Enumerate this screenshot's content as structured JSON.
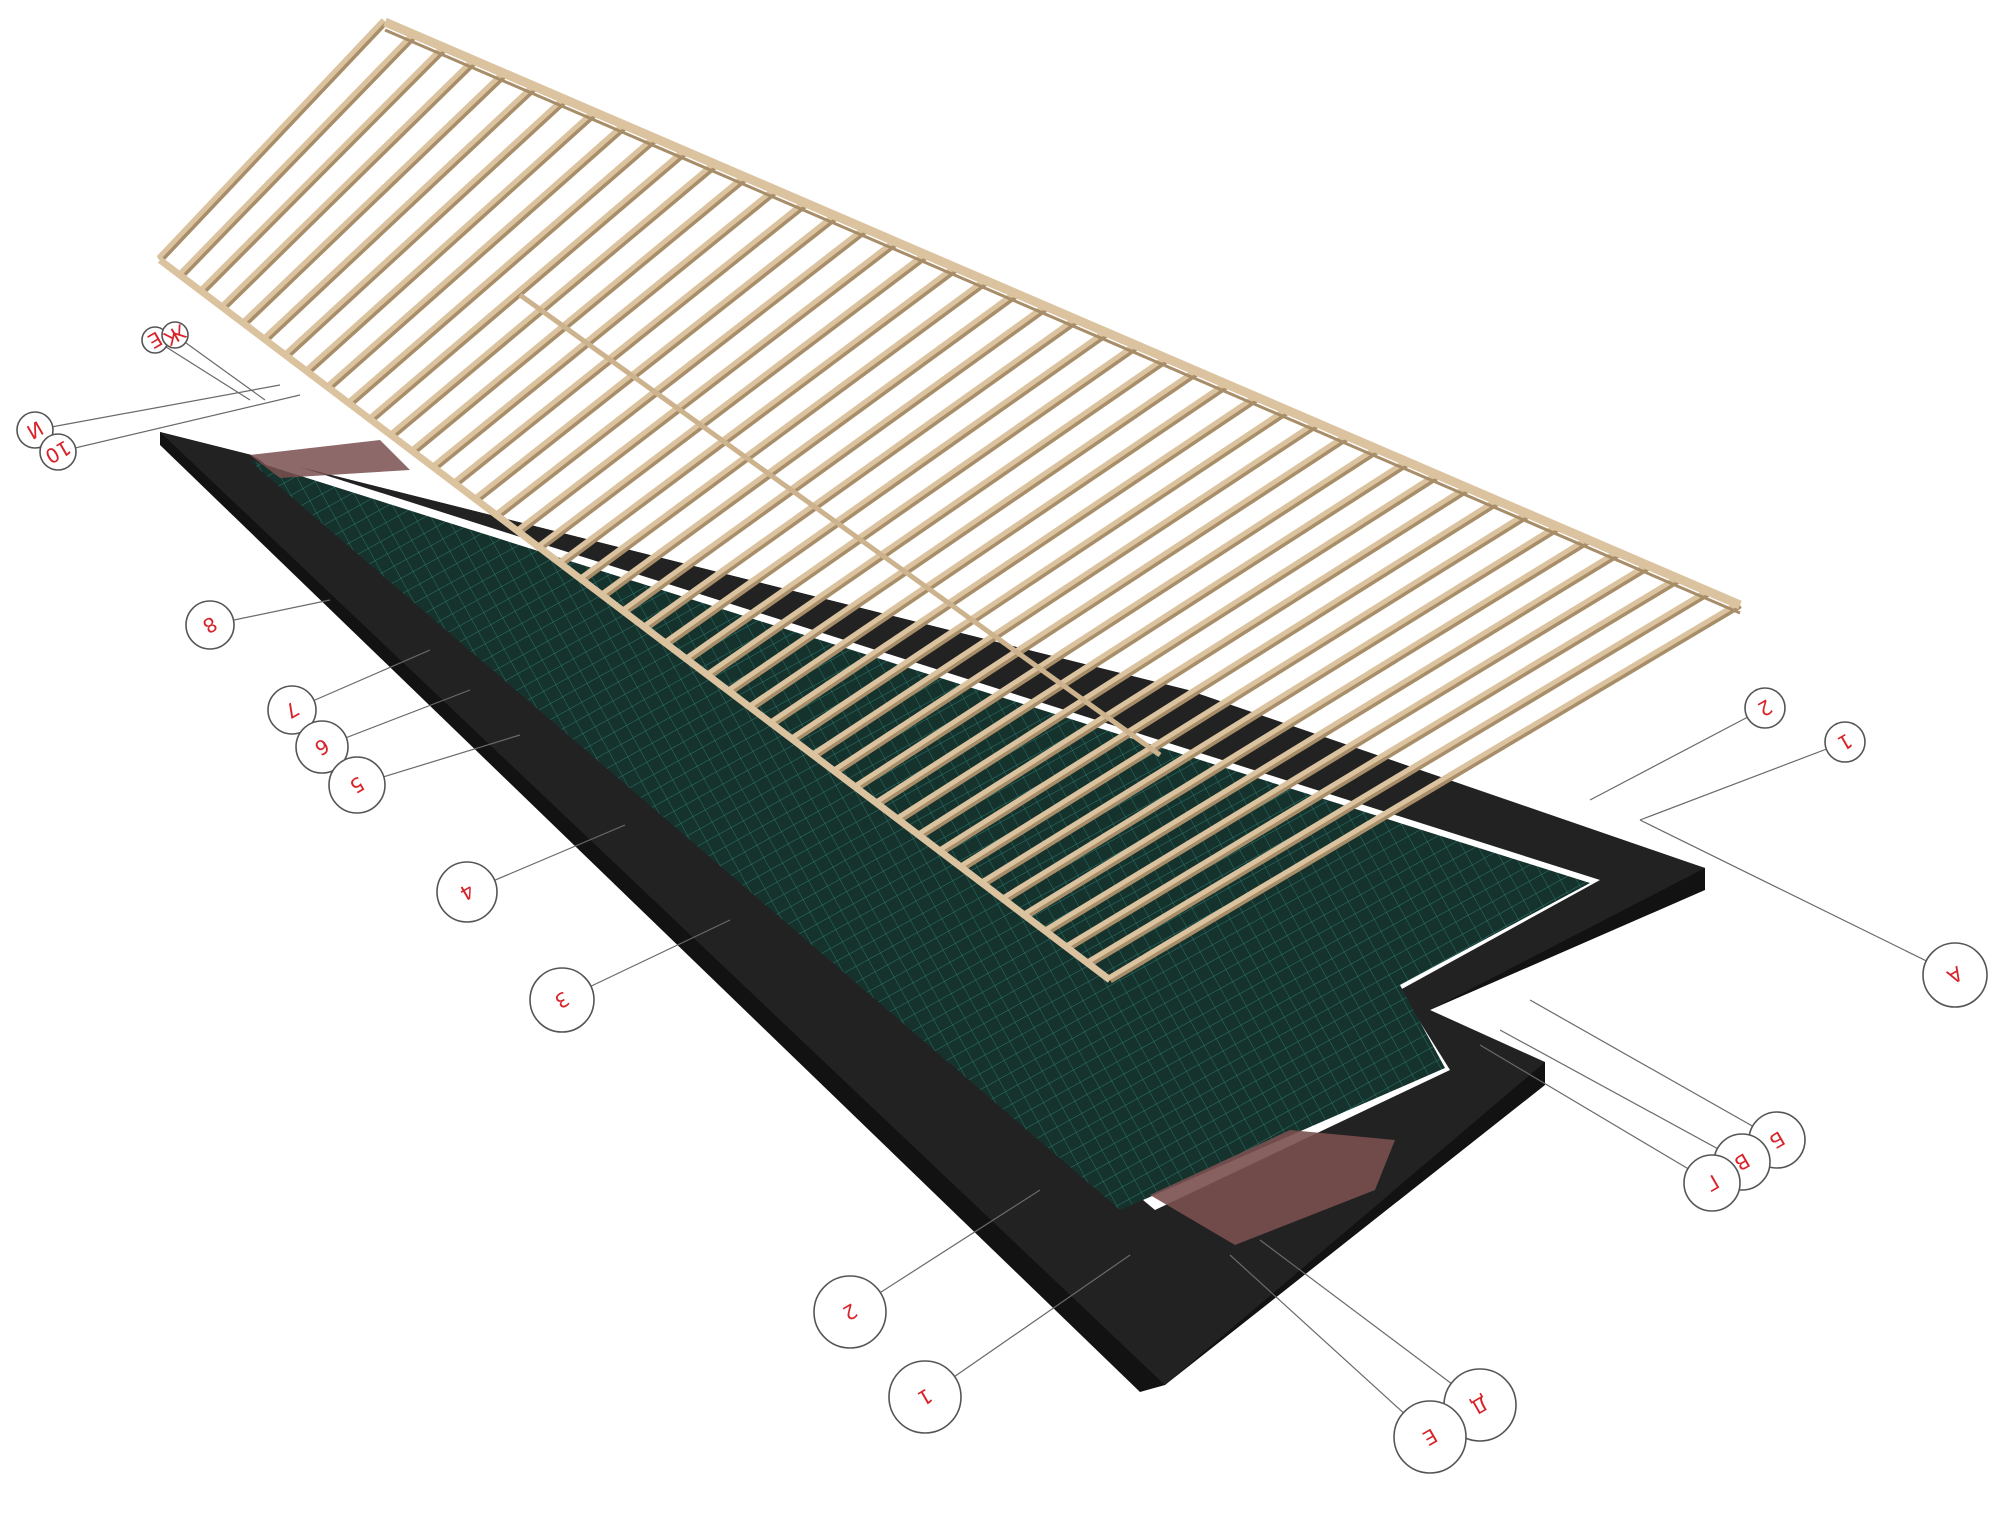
{
  "colors": {
    "background": "#ffffff",
    "wall": "#121212",
    "slab": "#16322c",
    "mesh": "#2f8f86",
    "wood": "#dcc3a0",
    "wood_shadow": "#a88d69",
    "brick": "#7a4f4f",
    "label": "#d8232a"
  },
  "axis_markers": [
    {
      "id": "8",
      "label": "8"
    },
    {
      "id": "7",
      "label": "7"
    },
    {
      "id": "6",
      "label": "6"
    },
    {
      "id": "5",
      "label": "5"
    },
    {
      "id": "4",
      "label": "4"
    },
    {
      "id": "3",
      "label": "3"
    },
    {
      "id": "2",
      "label": "2"
    },
    {
      "id": "1",
      "label": "1"
    },
    {
      "id": "2-right",
      "label": "2"
    },
    {
      "id": "1-right",
      "label": "1"
    },
    {
      "id": "A",
      "label": "А"
    },
    {
      "id": "B",
      "label": "Б"
    },
    {
      "id": "V",
      "label": "В"
    },
    {
      "id": "G",
      "label": "Г"
    },
    {
      "id": "D",
      "label": "Д"
    },
    {
      "id": "E",
      "label": "Е"
    },
    {
      "id": "I",
      "label": "И"
    },
    {
      "id": "10",
      "label": "10"
    },
    {
      "id": "E-top",
      "label": "Е"
    },
    {
      "id": "Zh-top",
      "label": "Ж"
    }
  ]
}
